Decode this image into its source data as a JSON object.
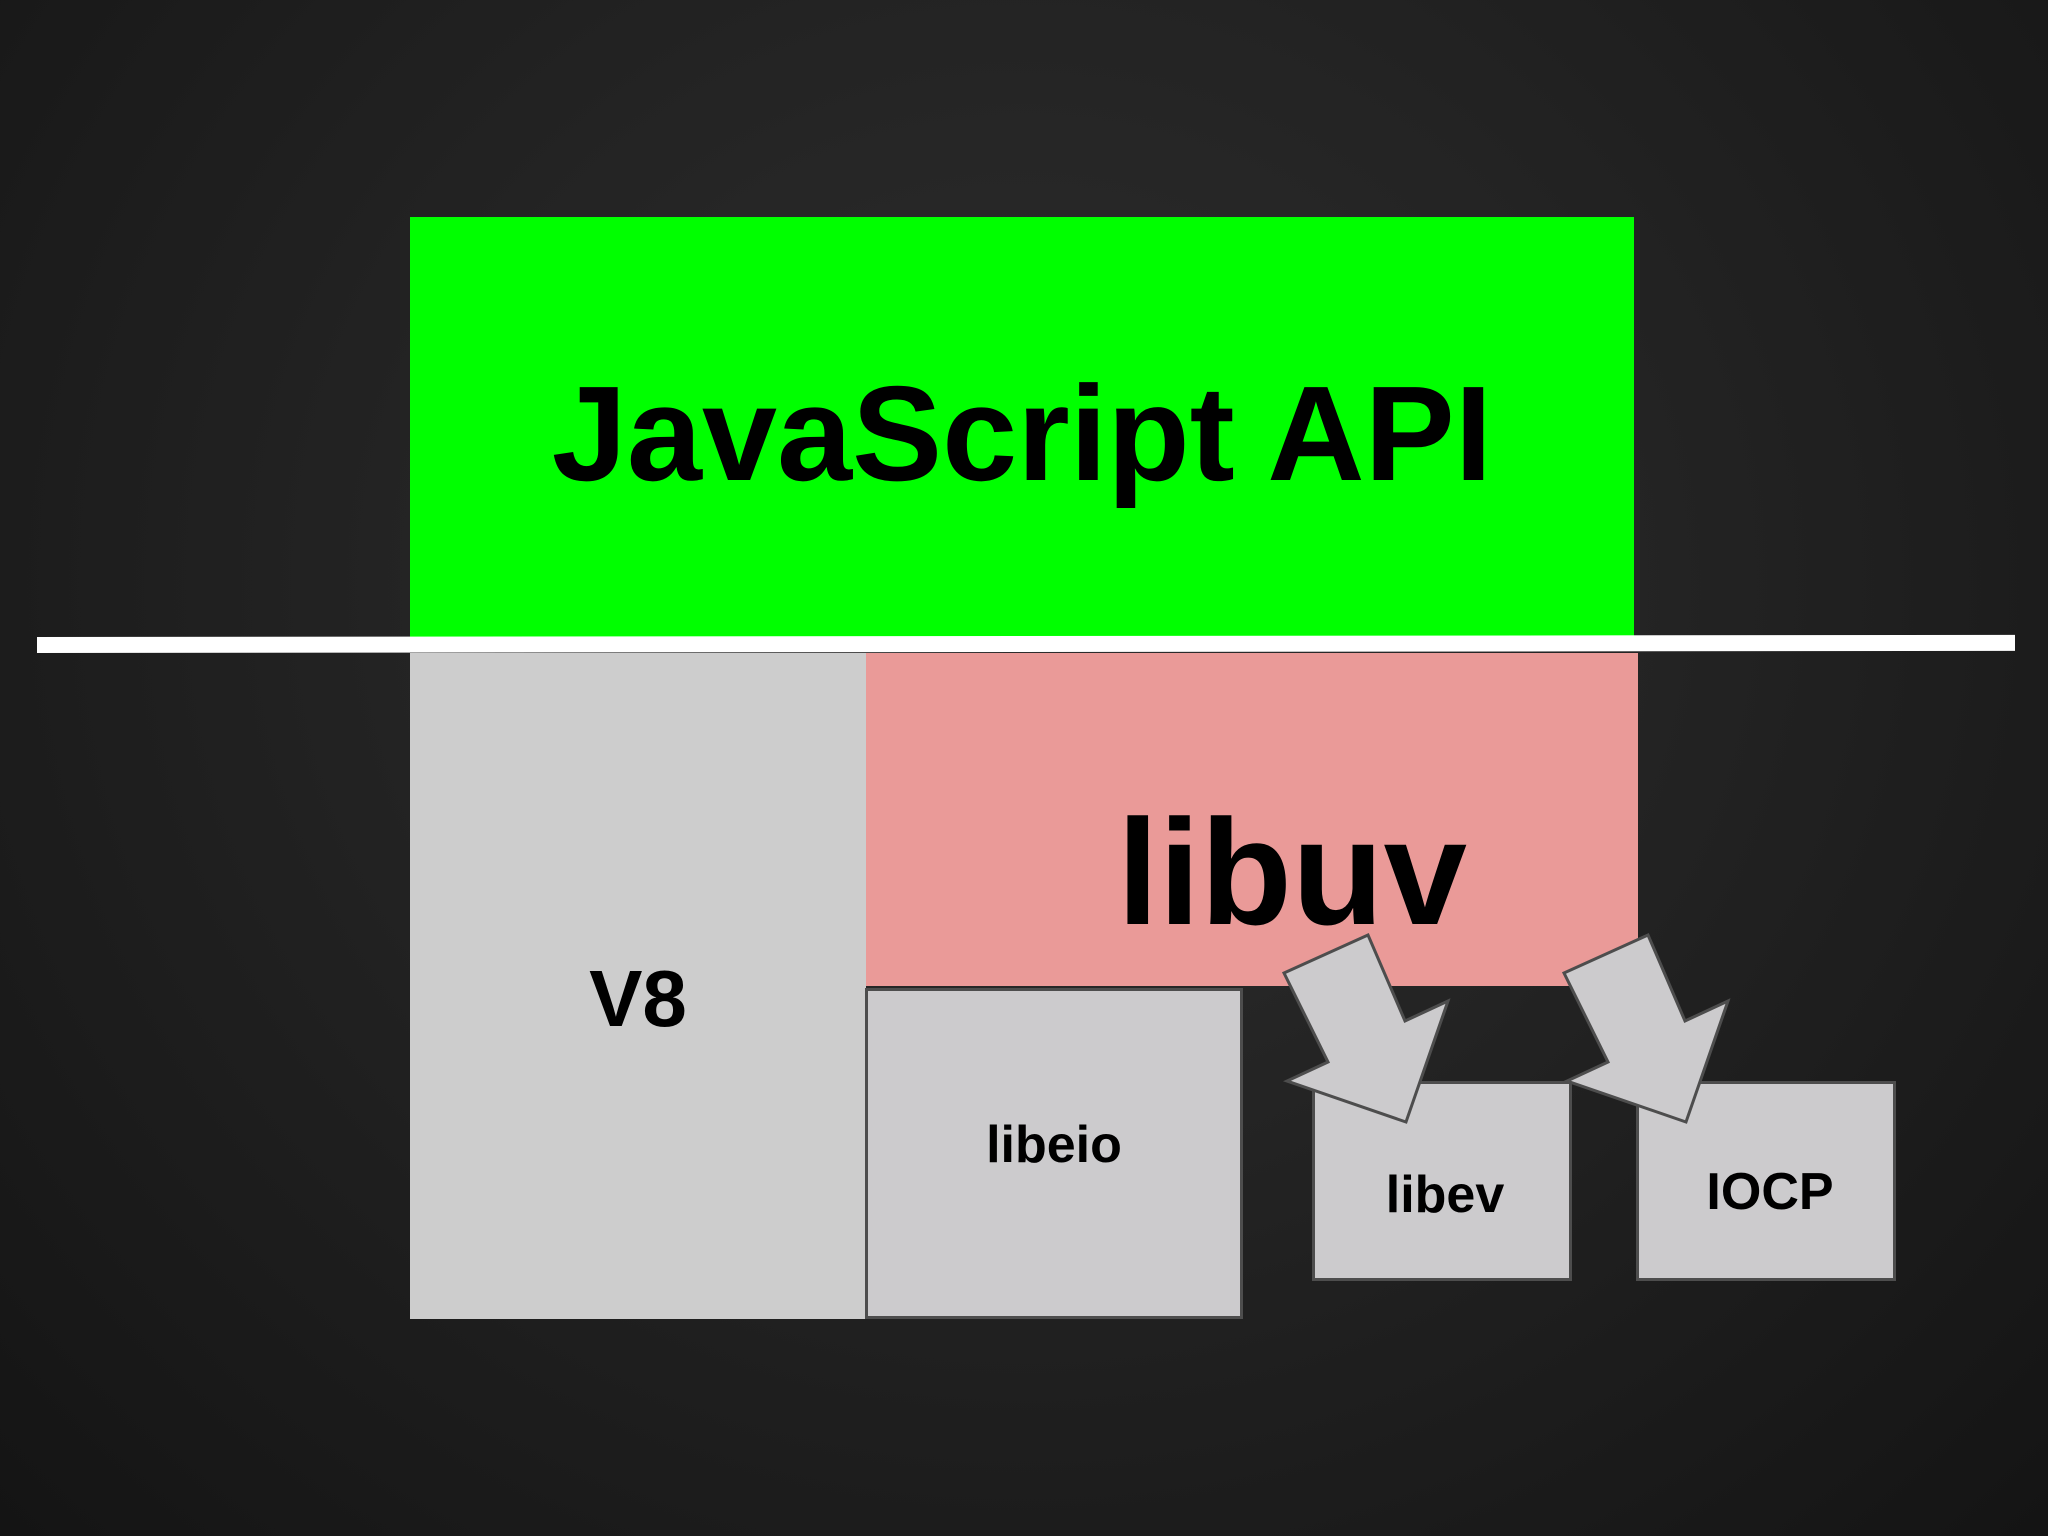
{
  "diagram": {
    "javascript_api": "JavaScript API",
    "v8": "V8",
    "libuv": "libuv",
    "libeio": "libeio",
    "libev": "libev",
    "iocp": "IOCP"
  },
  "colors": {
    "background": "#1e1e1e",
    "javascript_api_fill": "#00ff00",
    "divider": "#ffffff",
    "v8_fill": "#cdcdcd",
    "libuv_fill": "#ea9a98",
    "sub_box_fill": "#cccbcd",
    "sub_box_border": "#4d4d4d"
  },
  "icons": [
    "arrow-to-libev-icon",
    "arrow-to-iocp-icon"
  ]
}
